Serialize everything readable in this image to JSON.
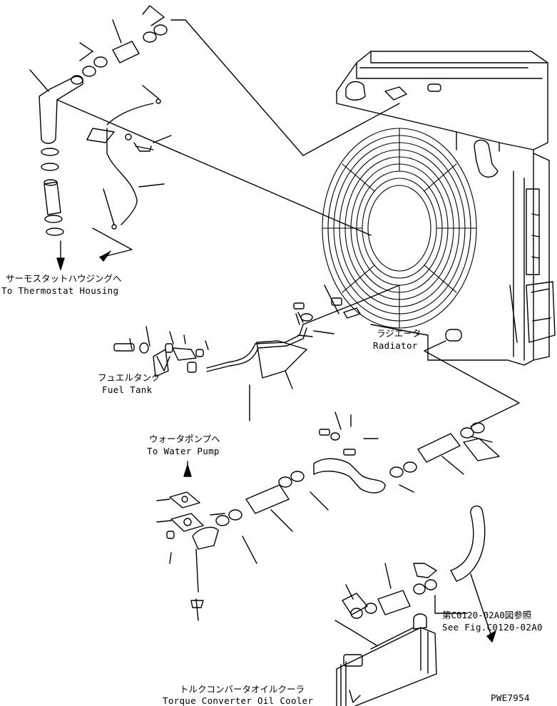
{
  "labels": {
    "thermostat_jp": "サーモスタットハウジングへ",
    "thermostat_en": "To Thermostat Housing",
    "fuel_jp": "フュエルタンク",
    "fuel_en": "Fuel Tank",
    "radiator_jp": "ラジエータ",
    "radiator_en": "Radiator",
    "water_jp": "ウォータポンプへ",
    "water_en": "To Water Pump",
    "seefig_jp": "第C0120-02A0図参照",
    "seefig_en": "See Fig.C0120-02A0",
    "torque_jp": "トルクコンバータオイルクーラ",
    "torque_en": "Torque Converter Oil Cooler",
    "code": "PWE7954"
  },
  "colors": {
    "line": "#000000",
    "background": "#ffffff"
  }
}
